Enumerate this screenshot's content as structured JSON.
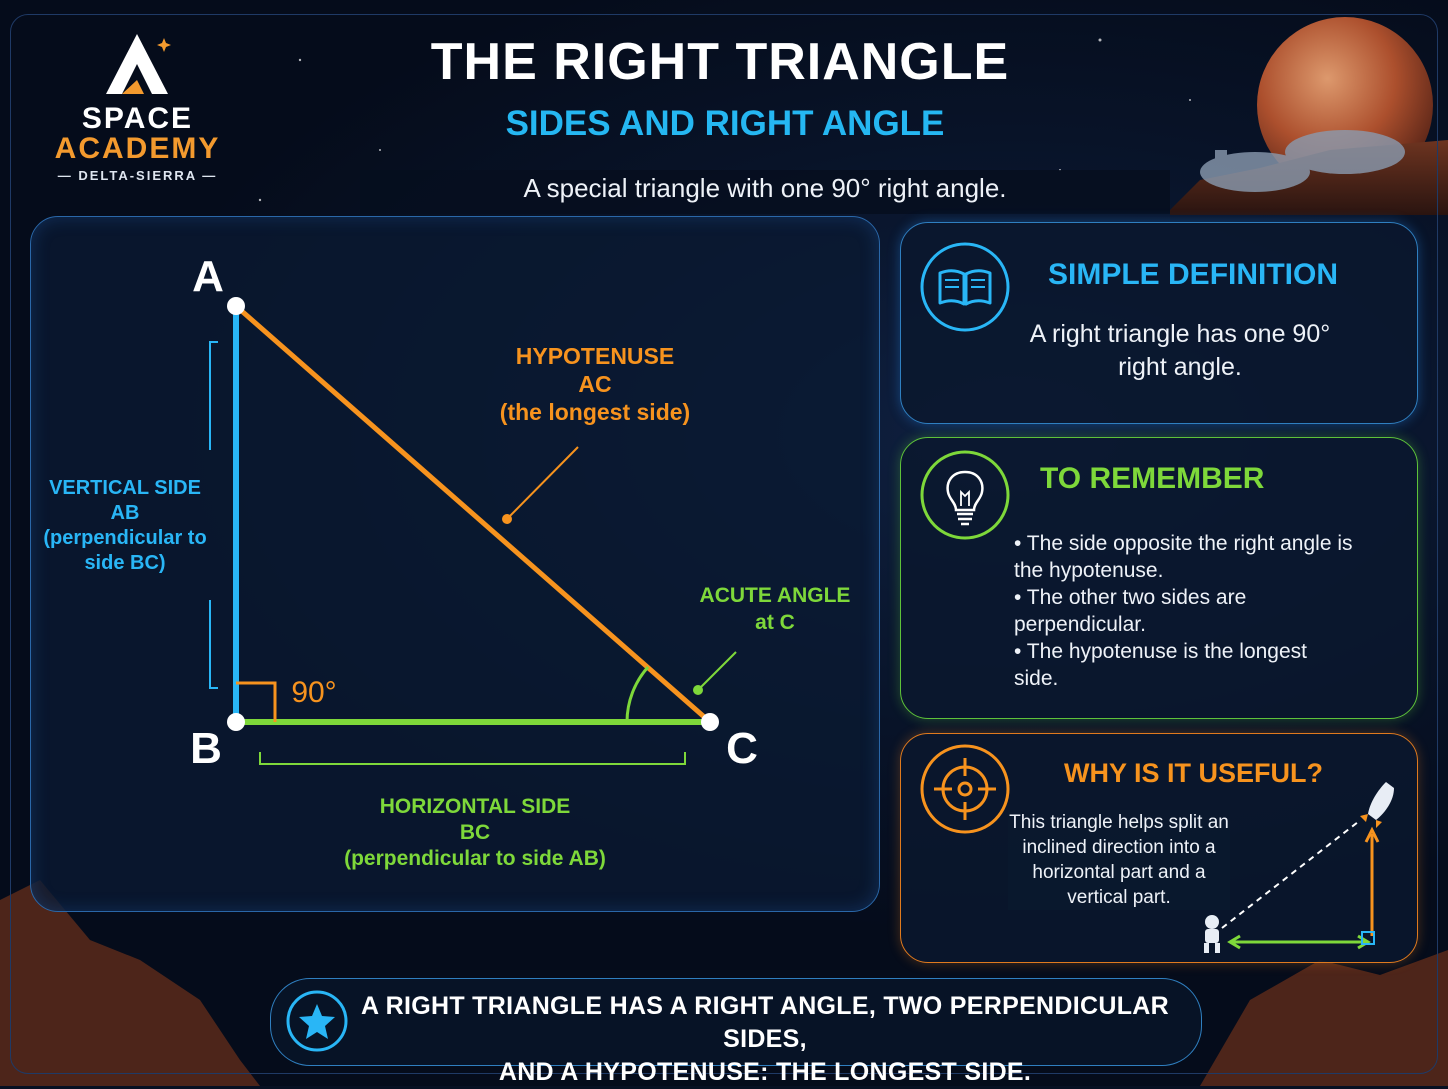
{
  "logo": {
    "line1": "SPACE",
    "line2": "ACADEMY",
    "line3": "— DELTA-SIERRA —"
  },
  "header": {
    "title": "THE RIGHT TRIANGLE",
    "subtitle": "SIDES AND RIGHT ANGLE",
    "tagline": "A special triangle with one 90° right angle."
  },
  "diagram": {
    "vertex_a": "A",
    "vertex_b": "B",
    "vertex_c": "C",
    "hypotenuse": {
      "line1": "HYPOTENUSE",
      "line2": "AC",
      "line3": "(the longest side)"
    },
    "vertical": {
      "line1": "VERTICAL SIDE",
      "line2": "AB",
      "line3": "(perpendicular to",
      "line4": "side BC)"
    },
    "horizontal": {
      "line1": "HORIZONTAL SIDE",
      "line2": "BC",
      "line3": "(perpendicular to side AB)"
    },
    "acute": {
      "line1": "ACUTE ANGLE",
      "line2": "at C"
    },
    "right_angle": "90°",
    "colors": {
      "vertical": "#29b6f6",
      "horizontal": "#7ed83a",
      "hypotenuse": "#f7931e"
    }
  },
  "cards": {
    "definition": {
      "title": "SIMPLE DEFINITION",
      "text": "A right triangle has one 90° right angle.",
      "icon": "book-icon"
    },
    "remember": {
      "title": "TO REMEMBER",
      "icon": "lightbulb-icon",
      "items": [
        "• The side opposite the right angle is the hypotenuse.",
        "• The other two sides are perpendicular.",
        "• The hypotenuse is the longest side."
      ]
    },
    "useful": {
      "title": "WHY IS IT USEFUL?",
      "text": "This triangle helps split an inclined direction into a horizontal part and a vertical part.",
      "icon": "target-icon"
    }
  },
  "banner": {
    "line1": "A RIGHT TRIANGLE HAS A RIGHT ANGLE, TWO PERPENDICULAR SIDES,",
    "line2": "AND A HYPOTENUSE: THE LONGEST SIDE.",
    "icon": "star-icon"
  }
}
